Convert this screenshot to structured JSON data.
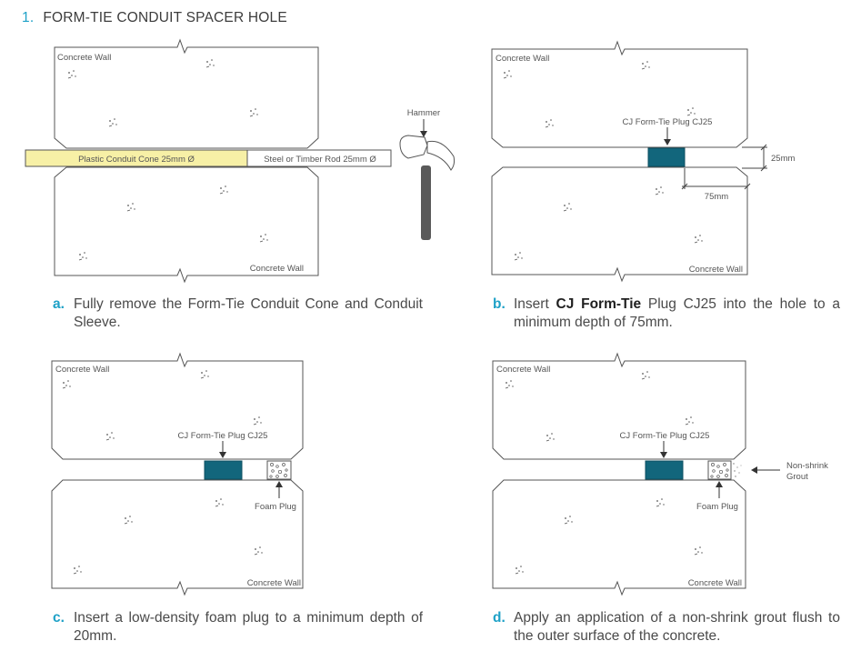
{
  "heading": {
    "number": "1.",
    "title": "FORM-TIE CONDUIT SPACER HOLE"
  },
  "panels": {
    "a": {
      "wall_top": "Concrete Wall",
      "wall_bottom": "Concrete Wall",
      "cone_label": "Plastic Conduit Cone 25mm Ø",
      "rod_label": "Steel or Timber Rod 25mm Ø",
      "hammer_label": "Hammer"
    },
    "b": {
      "wall_top": "Concrete Wall",
      "wall_bottom": "Concrete Wall",
      "plug_label": "CJ Form-Tie Plug CJ25",
      "dim_height": "25mm",
      "dim_depth": "75mm"
    },
    "c": {
      "wall_top": "Concrete Wall",
      "wall_bottom": "Concrete Wall",
      "plug_label": "CJ Form-Tie Plug CJ25",
      "foam_label": "Foam Plug"
    },
    "d": {
      "wall_top": "Concrete Wall",
      "wall_bottom": "Concrete Wall",
      "plug_label": "CJ Form-Tie Plug CJ25",
      "foam_label": "Foam Plug",
      "grout_label_1": "Non-shrink",
      "grout_label_2": "Grout"
    }
  },
  "captions": {
    "a": {
      "letter": "a.",
      "text": "Fully remove the Form-Tie Conduit Cone and Conduit Sleeve."
    },
    "b": {
      "letter": "b.",
      "pre": "Insert ",
      "brand": "CJ Form-Tie",
      "post": " Plug CJ25 into the hole to a minimum depth of 75mm."
    },
    "c": {
      "letter": "c.",
      "text": "Insert a low-density foam plug to a minimum depth of 20mm."
    },
    "d": {
      "letter": "d.",
      "text": "Apply an application of a non-shrink grout flush to the outer surface of the concrete."
    }
  },
  "colors": {
    "accent": "#1ea1c7",
    "plug": "#12667c",
    "cone_fill": "#f7f0a6",
    "line": "#555555"
  },
  "icons": [
    "hammer-icon",
    "down-arrow-icon",
    "up-arrow-icon",
    "left-arrow-icon",
    "aggregate-speckle-icon"
  ]
}
